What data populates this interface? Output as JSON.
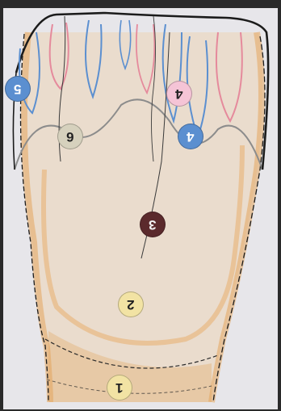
{
  "markers": [
    {
      "id": "m1",
      "label": "1",
      "bg": "#f2e3a4",
      "fg": "#222222"
    },
    {
      "id": "m2",
      "label": "2",
      "bg": "#f2e3a4",
      "fg": "#222222"
    },
    {
      "id": "m3",
      "label": "3",
      "bg": "#5b2a2c",
      "fg": "#f2f2f2"
    },
    {
      "id": "m4a",
      "label": "4",
      "bg": "#f5c4d6",
      "fg": "#222222"
    },
    {
      "id": "m4b",
      "label": "4",
      "bg": "#5b8fd0",
      "fg": "#ffffff"
    },
    {
      "id": "m5",
      "label": "5",
      "bg": "#5b8fd0",
      "fg": "#ffffff"
    },
    {
      "id": "m6",
      "label": "6",
      "bg": "#d6d1bd",
      "fg": "#222222"
    }
  ],
  "colors": {
    "pulp_outline": "#5b8fd0",
    "accent_pink": "#e58a9c",
    "tooth_orange": "#e8a964",
    "sketch_line": "#1b1b1b"
  }
}
